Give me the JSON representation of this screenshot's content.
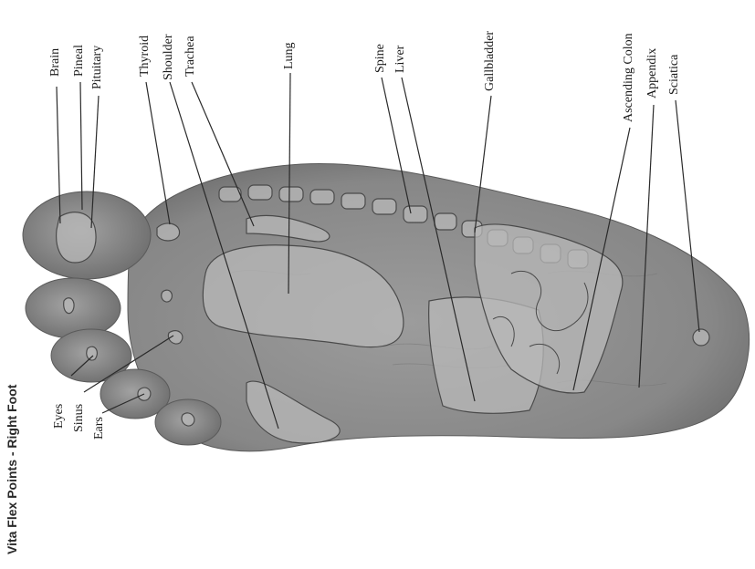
{
  "title": "Vita Flex Points - Right Foot",
  "labels": {
    "brain": "Brain",
    "pineal": "Pineal",
    "pituitary": "Pituitary",
    "thyroid": "Thyroid",
    "shoulder": "Shoulder",
    "trachea": "Trachea",
    "lung": "Lung",
    "spine": "Spine",
    "liver": "Liver",
    "gallbladder": "Gallbladder",
    "ascending_colon": "Ascending Colon",
    "appendix": "Appendix",
    "sciatica": "Sciatica",
    "eyes": "Eyes",
    "sinus": "Sinus",
    "ears": "Ears"
  },
  "colors": {
    "foot_skin": "#8f8f8f",
    "foot_shadow": "#6e6e6e",
    "zone_fill": "#b9b9b9",
    "zone_stroke": "#4a4a4a",
    "leader_line": "#2a2a2a"
  }
}
